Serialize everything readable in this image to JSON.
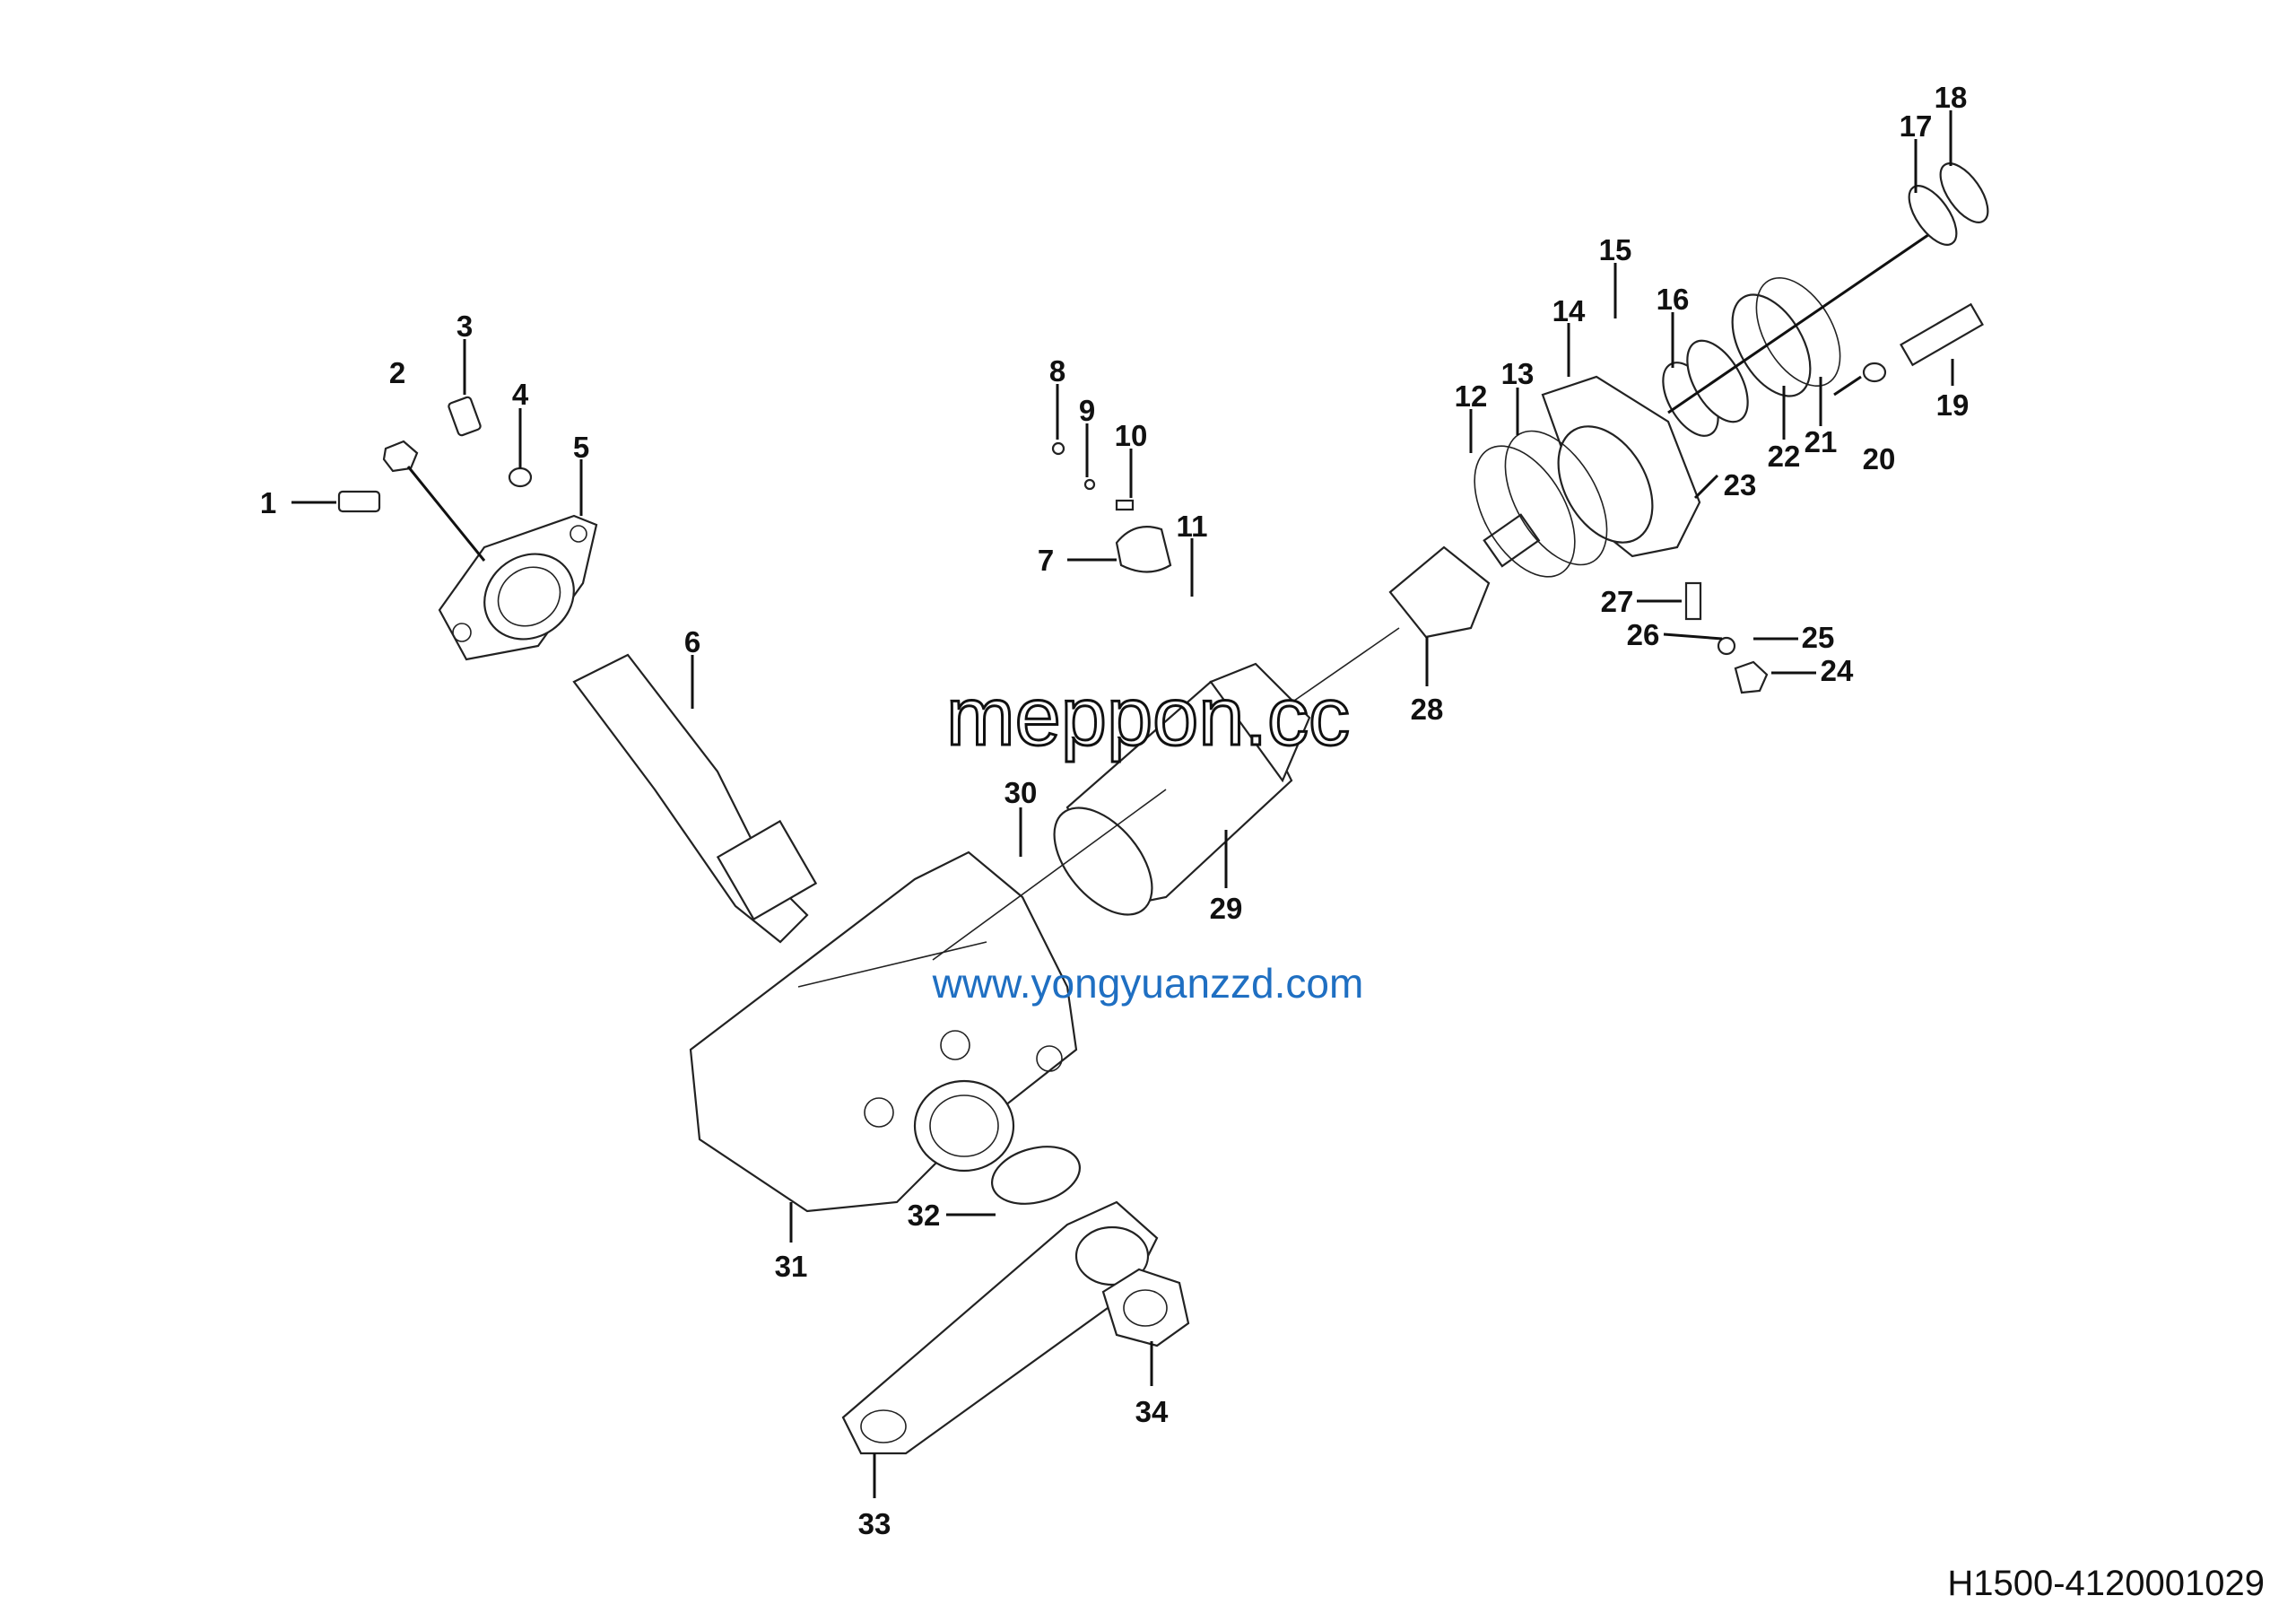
{
  "diagram": {
    "part_code": "H1500-4120001029",
    "watermarks": [
      "www.yongyuanzzd.com",
      "meppon.cc"
    ],
    "callouts": [
      "1",
      "2",
      "3",
      "4",
      "5",
      "6",
      "7",
      "8",
      "9",
      "10",
      "11",
      "12",
      "13",
      "14",
      "15",
      "16",
      "17",
      "18",
      "19",
      "20",
      "21",
      "22",
      "23",
      "24",
      "25",
      "26",
      "27",
      "28",
      "29",
      "30",
      "31",
      "32",
      "33",
      "34"
    ]
  }
}
